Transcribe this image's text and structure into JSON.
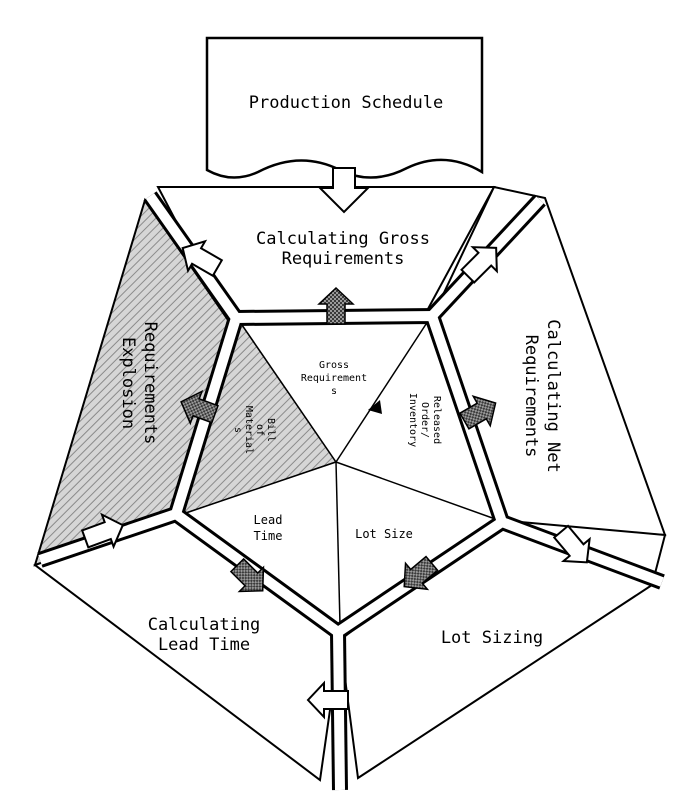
{
  "top_document": {
    "label": "Production Schedule"
  },
  "panels": {
    "gross": [
      "Calculating Gross",
      "Requirements"
    ],
    "net": [
      "Calculating Net",
      "Requirements"
    ],
    "lot": [
      "Lot Sizing"
    ],
    "lead": [
      "Calculating",
      "Lead Time"
    ],
    "explosion": [
      "Requirements",
      "Explosion"
    ]
  },
  "center": {
    "gross_requirements": [
      "Gross",
      "Requirement",
      "s"
    ],
    "released_order": [
      "Released",
      "Order/",
      "Inventory"
    ],
    "lot_size": [
      "Lot Size"
    ],
    "lead_time": [
      "Lead",
      "Time"
    ],
    "bill_of_materials": [
      "Bill",
      "of",
      "Material",
      "s"
    ]
  }
}
